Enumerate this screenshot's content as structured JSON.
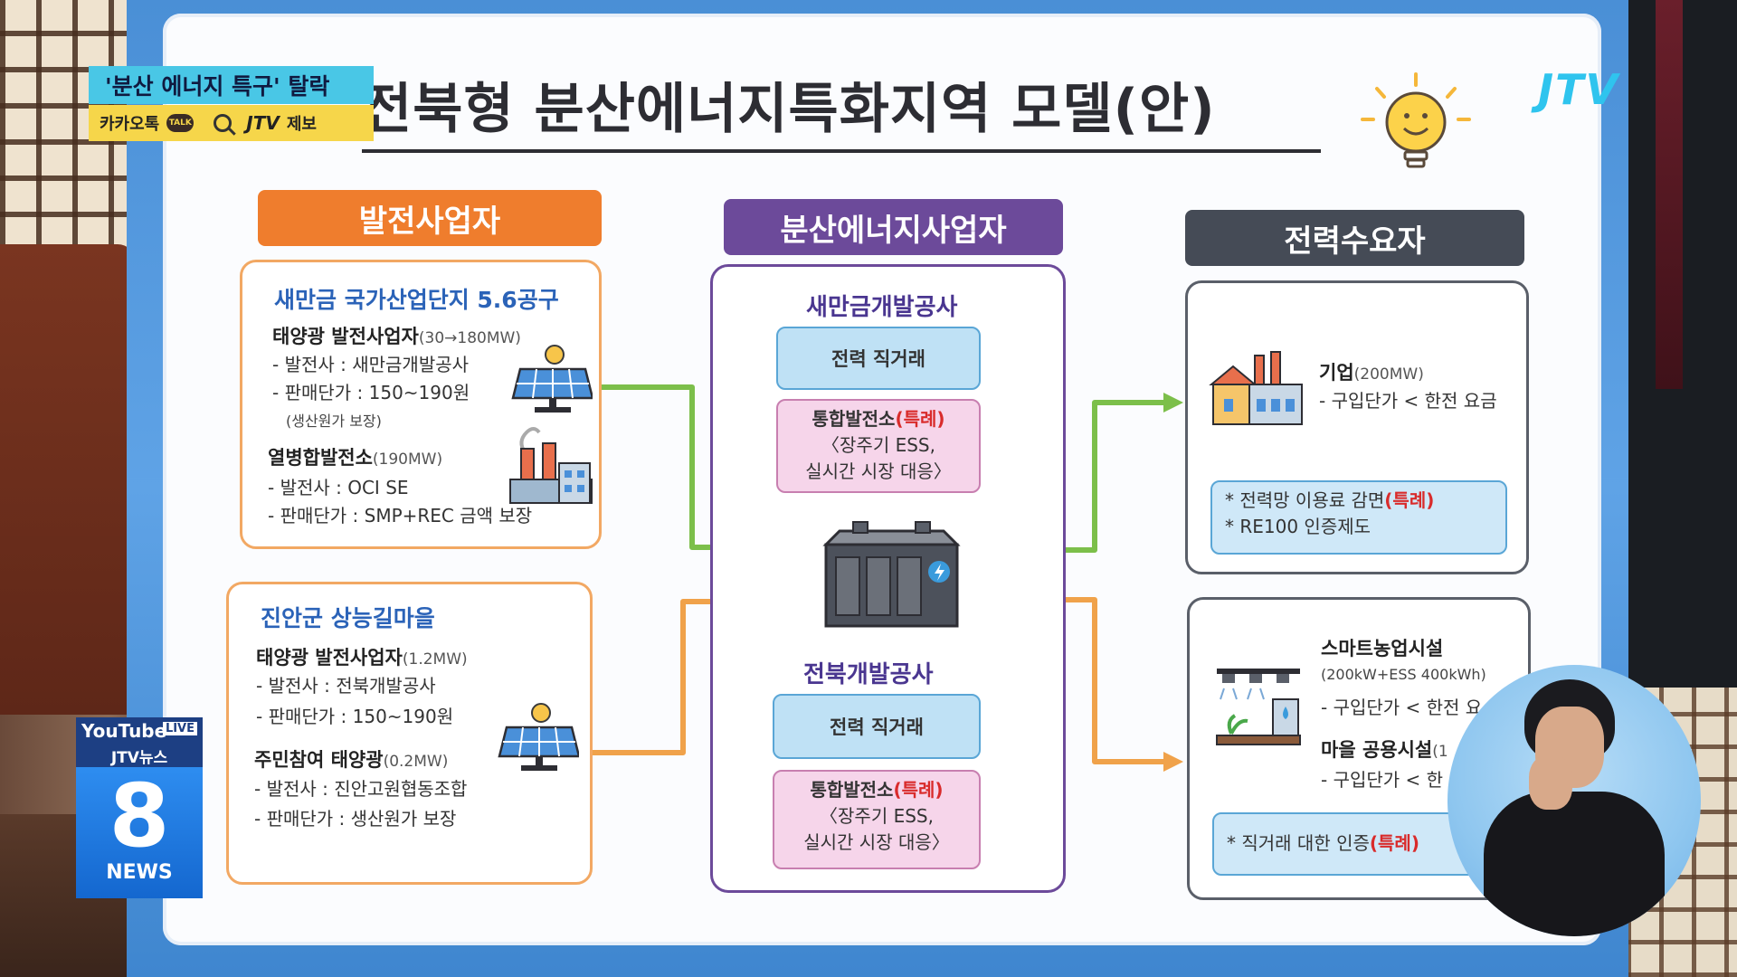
{
  "broadcast": {
    "headline_tag": "'분산 에너지 특구' 탈락",
    "report_bar": {
      "kakao": "카카오톡",
      "talk": "TALK",
      "jtv": "JTV",
      "report": "제보"
    },
    "channel_logo": "JTV",
    "badge": {
      "youtube": "YouTube",
      "live": "LIVE",
      "sub": "JTV뉴스",
      "number": "8",
      "news": "NEWS"
    }
  },
  "board": {
    "title": "전북형 분산에너지특화지역 모델(안)",
    "headers": {
      "generator": "발전사업자",
      "distributed": "분산에너지사업자",
      "consumer": "전력수요자"
    },
    "generator_cards": [
      {
        "title": "새만금 국가산업단지 5.6공구",
        "lines": [
          {
            "main": "태양광 발전사업자",
            "sub": "(30→180MW)"
          },
          {
            "text": "- 발전사 : 새만금개발공사"
          },
          {
            "text": "- 판매단가 : 150~190원"
          },
          {
            "text": "(생산원가 보장)"
          },
          {
            "main": "열병합발전소",
            "sub": "(190MW)"
          },
          {
            "text": "- 발전사 : OCI SE"
          },
          {
            "text": "- 판매단가 : SMP+REC 금액 보장"
          }
        ]
      },
      {
        "title": "진안군 상능길마을",
        "lines": [
          {
            "main": "태양광 발전사업자",
            "sub": "(1.2MW)"
          },
          {
            "text": "- 발전사 : 전북개발공사"
          },
          {
            "text": "- 판매단가 : 150~190원"
          },
          {
            "main": "주민참여 태양광",
            "sub": "(0.2MW)"
          },
          {
            "text": "- 발전사 : 진안고원협동조합"
          },
          {
            "text": "- 판매단가 : 생산원가 보장"
          }
        ]
      }
    ],
    "distributed": {
      "top_org": "새만금개발공사",
      "bottom_org": "전북개발공사",
      "direct_trade": "전력 직거래",
      "integrated_plant": "통합발전소",
      "special": "(특례)",
      "ess_line1": "〈장주기 ESS,",
      "ess_line2": "실시간 시장 대응〉"
    },
    "consumer_cards": [
      {
        "name": "기업",
        "capacity": "(200MW)",
        "price": "- 구입단가 < 한전 요금",
        "note_line1": "* 전력망 이용료 감면",
        "note_special": "(특례)",
        "note_line2": "* RE100 인증제도"
      },
      {
        "name": "스마트농업시설",
        "capacity": "(200kW+ESS 400kWh)",
        "price": "- 구입단가 < 한전 요",
        "name2": "마을 공용시설",
        "capacity2": "(1",
        "price2": "- 구입단가 < 한",
        "note_line1": "* 직거래 대한 인증",
        "note_special": "(특례)"
      }
    ]
  },
  "colors": {
    "orange": "#ef7d2d",
    "purple": "#6c4a9a",
    "dark_gray": "#454b56",
    "green_arrow": "#7cbf4a",
    "orange_arrow": "#f0a24a",
    "blue_text": "#2b63b8",
    "red_special": "#d92b2b"
  },
  "icons": [
    "solar-panel-icon",
    "factory-icon",
    "battery-storage-icon",
    "building-icon",
    "smart-farm-icon",
    "lightbulb-smile-icon",
    "search-icon"
  ]
}
